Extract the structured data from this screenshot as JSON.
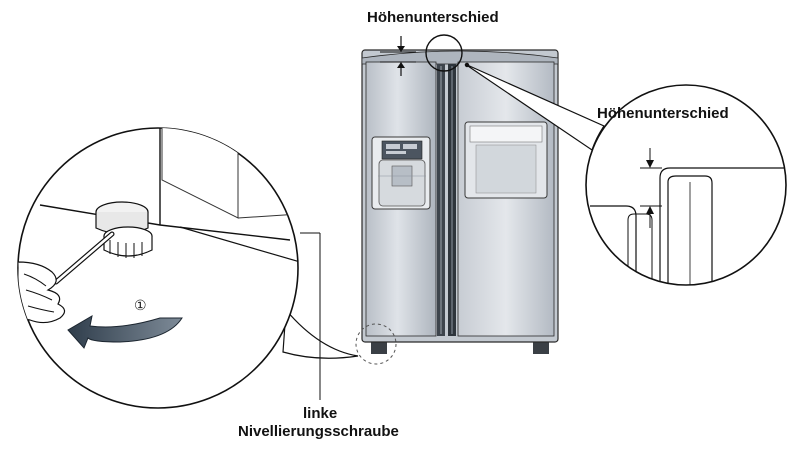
{
  "labels": {
    "top_height_difference": "Höhenunterschied",
    "zoom_height_difference": "Höhenunterschied",
    "screw_label_line1": "linke",
    "screw_label_line2": "Nivellierungsschraube",
    "step_number": "①"
  },
  "icons": {
    "turn_direction": "curved-arrow-counterclockwise-icon",
    "tool": "screwdriver-icon",
    "hand": "hand-icon",
    "screw": "leveling-screw-icon"
  },
  "colors": {
    "arrow_fill": "#4a5a6a",
    "fridge_body": "#cdd2d8",
    "fridge_shade": "#9ea6b0",
    "line": "#111111"
  }
}
